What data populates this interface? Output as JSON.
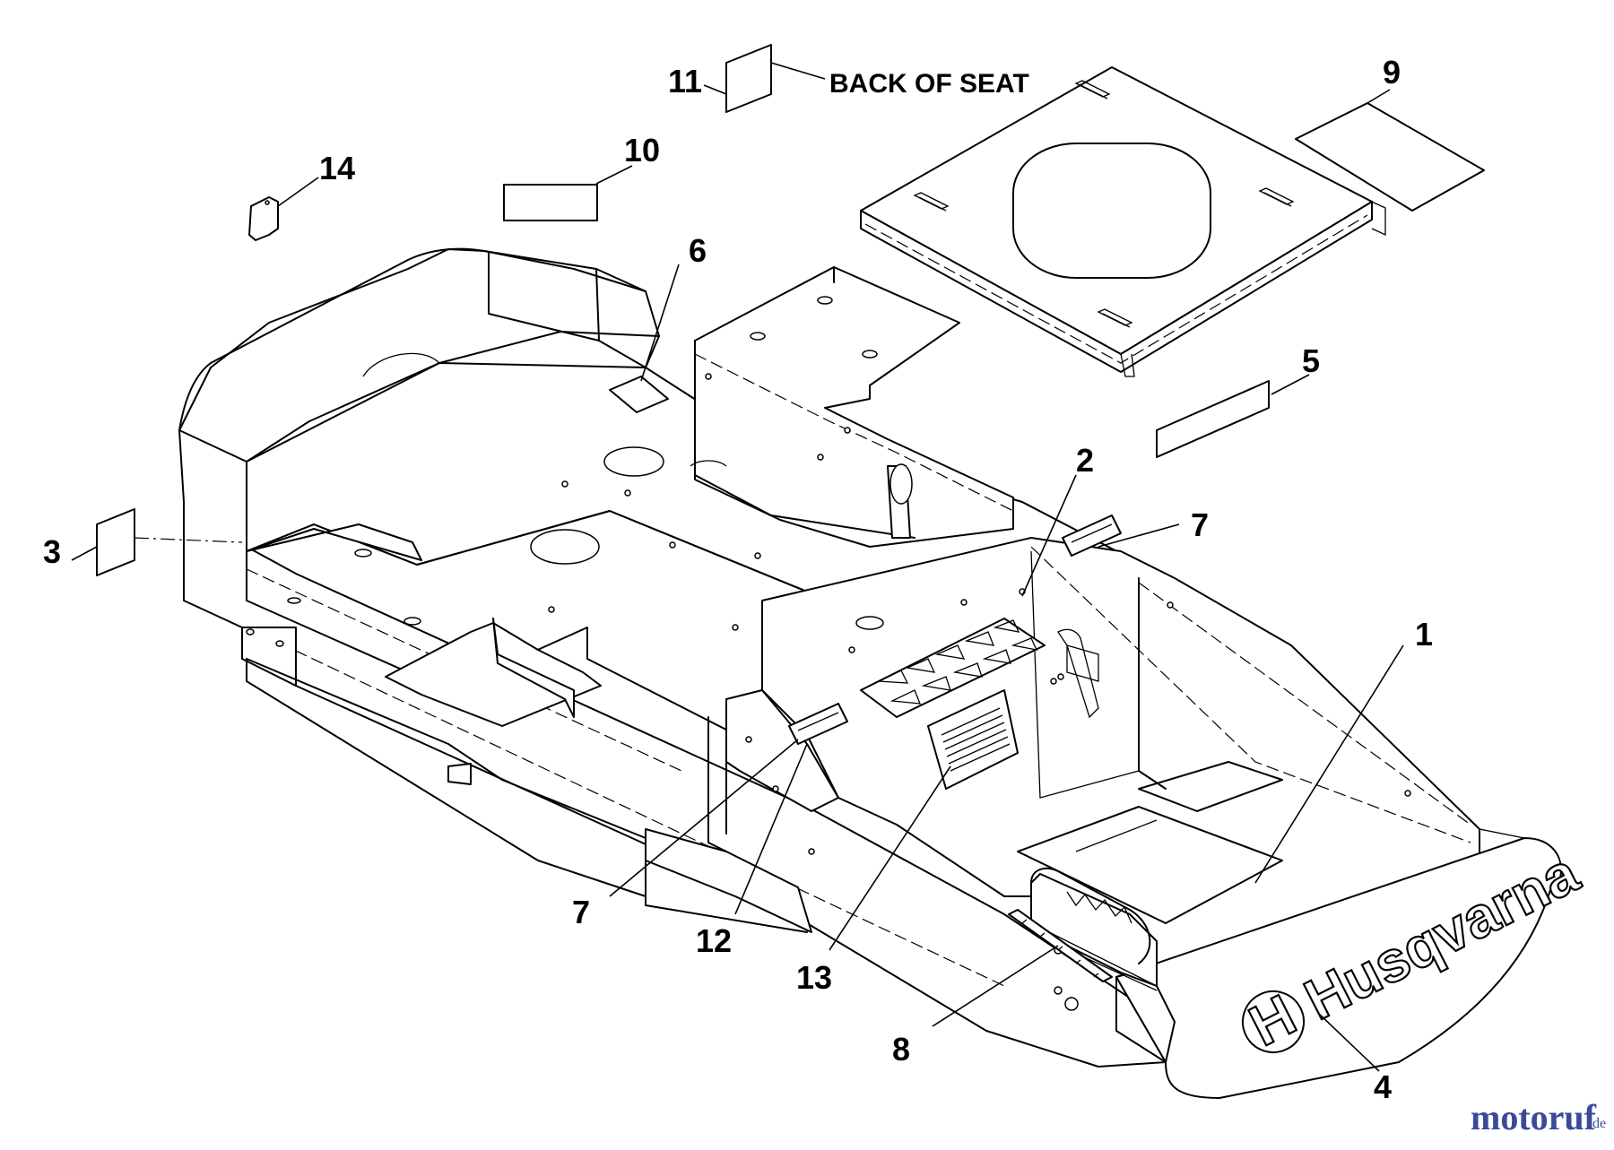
{
  "diagram": {
    "back_of_seat_note": "BACK OF SEAT",
    "brand": "Husqvarna",
    "watermark": {
      "main": "motoruf",
      "suffix": ".de"
    },
    "callouts": [
      {
        "id": "c1",
        "label": "1"
      },
      {
        "id": "c2",
        "label": "2"
      },
      {
        "id": "c3",
        "label": "3"
      },
      {
        "id": "c4",
        "label": "4"
      },
      {
        "id": "c5",
        "label": "5"
      },
      {
        "id": "c6",
        "label": "6"
      },
      {
        "id": "c7a",
        "label": "7"
      },
      {
        "id": "c7b",
        "label": "7"
      },
      {
        "id": "c8",
        "label": "8"
      },
      {
        "id": "c9",
        "label": "9"
      },
      {
        "id": "c10",
        "label": "10"
      },
      {
        "id": "c11",
        "label": "11"
      },
      {
        "id": "c12",
        "label": "12"
      },
      {
        "id": "c13",
        "label": "13"
      },
      {
        "id": "c14",
        "label": "14"
      }
    ],
    "colors": {
      "line": "#000000",
      "background": "#ffffff",
      "watermark_main": "#3a4a9a",
      "watermark_accent": "#d04020"
    }
  }
}
